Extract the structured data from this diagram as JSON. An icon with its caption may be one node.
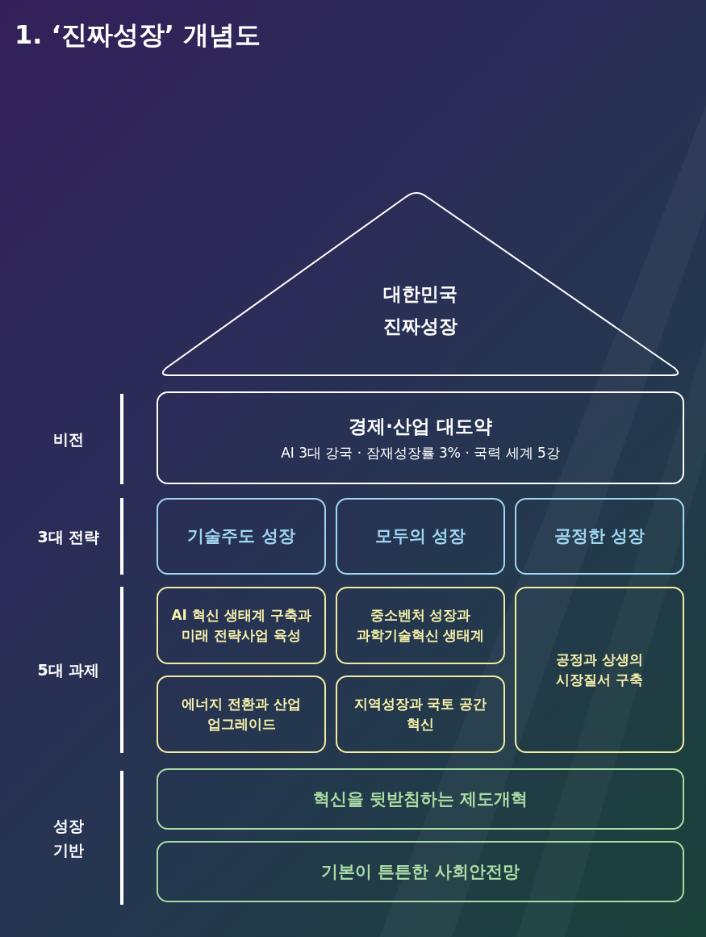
{
  "diagram": {
    "title": "1. ‘진짜성장’ 개념도",
    "nodes": [
      {
        "text": [
          "대한민국 진짜성장"
        ]
      },
      {
        "text": [
          "경제·산업 대도약",
          "AI 3대 강국 · 잠재성장률 3% · 국력 세계 5강"
        ]
      },
      {
        "text": [
          "기술주도 성장"
        ]
      },
      {
        "text": [
          "모두의 성장"
        ]
      },
      {
        "text": [
          "공정한 성장"
        ]
      },
      {
        "text": [
          "AI 혁신 생태계 구축과 미래 전략사업 육성"
        ]
      },
      {
        "text": [
          "중소벤처 성장과 과학기술혁신 생태계"
        ]
      },
      {
        "text": [
          "공정과 상생의 시장질서 구축"
        ]
      },
      {
        "text": [
          "에너지 전환과 산업 업그레이드"
        ]
      },
      {
        "text": [
          "지역성장과 국토 공간 혁신"
        ]
      },
      {
        "text": [
          "혁신을 뒷받침하는 제도개혁"
        ]
      },
      {
        "text": [
          "기본이 튼튼한 사회안전망"
        ]
      }
    ],
    "labels": [
      "비전",
      "3대 전략",
      "5대 과제",
      "성장 기반"
    ]
  }
}
